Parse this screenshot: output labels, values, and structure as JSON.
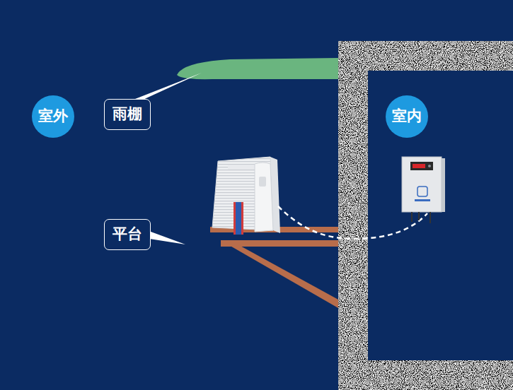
{
  "diagram": {
    "nodes": [
      {
        "text": [
          "室外"
        ]
      },
      {
        "text": [
          "雨棚"
        ]
      },
      {
        "text": [
          "室内"
        ]
      },
      {
        "text": [
          "平台"
        ]
      }
    ]
  }
}
